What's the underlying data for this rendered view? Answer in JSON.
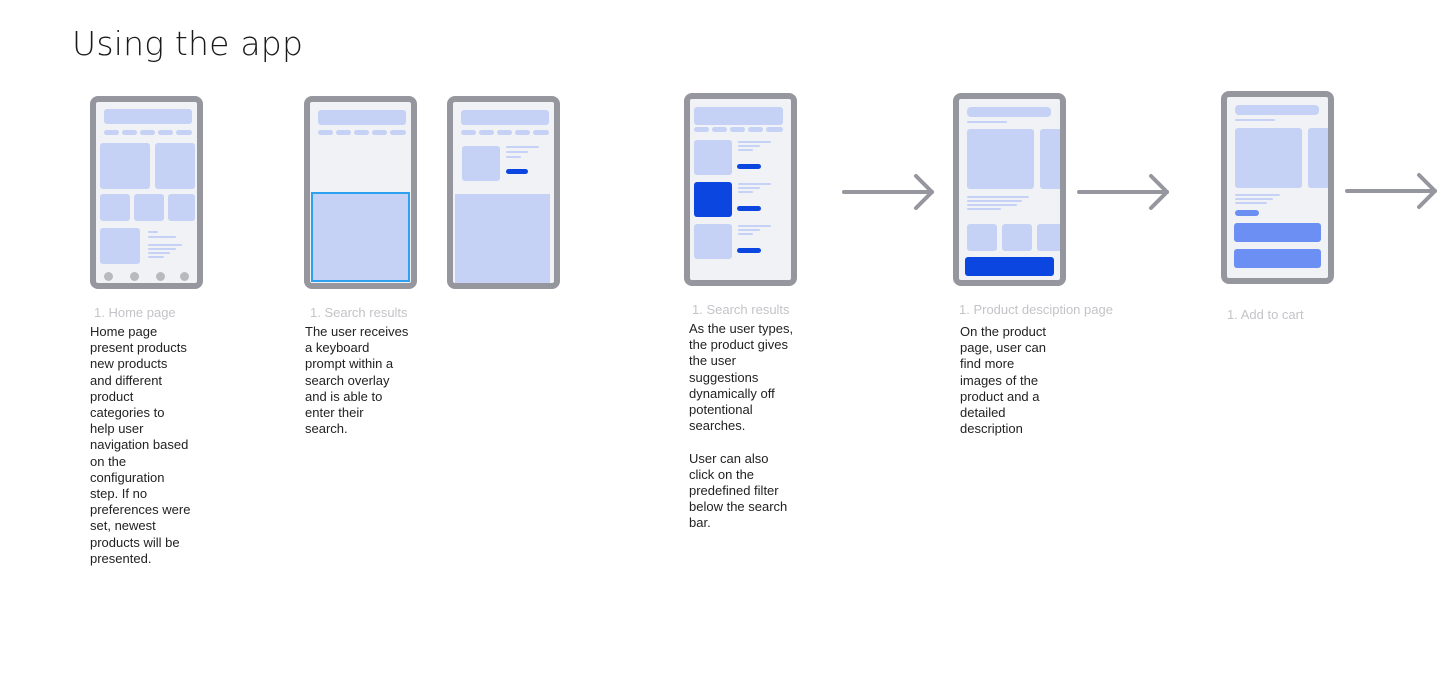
{
  "page_title": "Using the app",
  "screens": [
    {
      "caption": "1. Home page",
      "description_lines": [
        "Home page",
        "present products",
        "new products",
        "and different",
        "product",
        "categories to",
        "help user",
        "navigation based",
        "on the",
        "configuration",
        "step. If no",
        "preferences were",
        "set, newest",
        "products will be",
        "presented."
      ]
    },
    {
      "caption": "1. Search results",
      "description_lines": [
        "The user receives",
        "a keyboard",
        "prompt within a",
        "search overlay",
        "and is able to",
        "enter their",
        "search."
      ]
    },
    {
      "caption": "1. Search results",
      "description_lines": [
        "As the user types,",
        "the product gives",
        "the user",
        "suggestions",
        "dynamically off",
        "potentional",
        "searches.",
        "",
        "User can also",
        "click on the",
        "predefined filter",
        "below the search",
        "bar."
      ]
    },
    {
      "caption": "1. Product desciption page",
      "description_lines": [
        "On the product",
        "page, user can",
        "find more",
        "images of the",
        "product and a",
        "detailed",
        "description"
      ]
    },
    {
      "caption": "1. Add to cart",
      "description_lines": []
    }
  ],
  "colors": {
    "frame": "#96979e",
    "placeholder": "#c5d1f5",
    "accent": "#0b46e0",
    "button": "#6b8ff2",
    "caption": "#c3c4c8"
  }
}
